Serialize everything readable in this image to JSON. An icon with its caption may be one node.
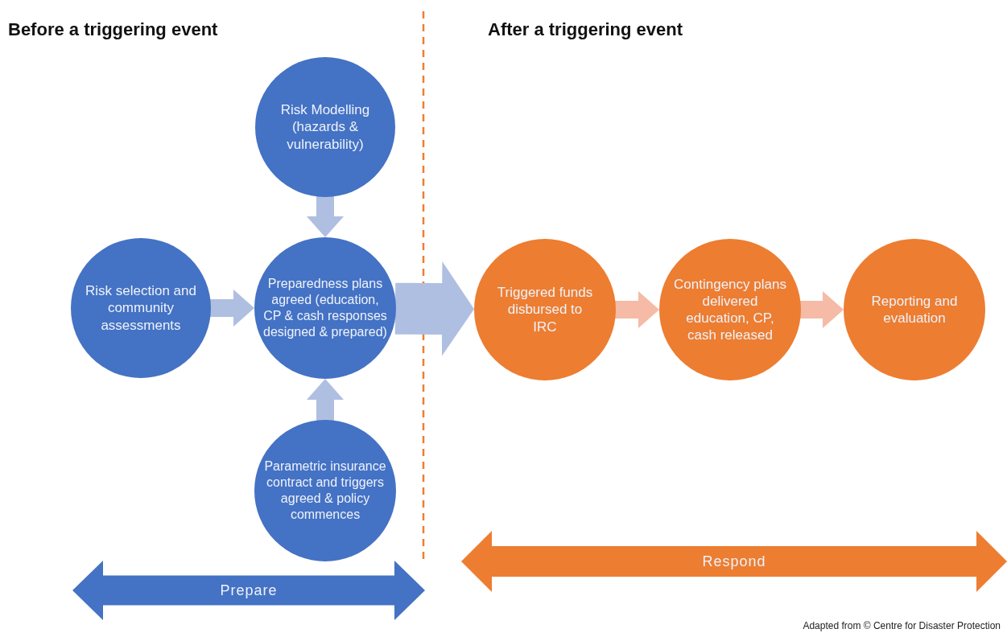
{
  "diagram": {
    "caption": "Adapted from © Centre for Disaster Protection",
    "nodes": [
      {
        "text": [
          "Risk Modelling (hazards & vulnerability)"
        ]
      },
      {
        "text": [
          "Risk selection and community assessments"
        ]
      },
      {
        "text": [
          "Preparedness plans agreed (education, CP & cash responses designed & prepared)"
        ]
      },
      {
        "text": [
          "Parametric insurance contract and triggers agreed & policy commences"
        ]
      },
      {
        "text": [
          "Triggered funds disbursed to IRC"
        ]
      },
      {
        "text": [
          "Contingency plans delivered education, CP, cash released"
        ]
      },
      {
        "text": [
          "Reporting and evaluation"
        ]
      },
      {
        "text": [
          "Prepare"
        ]
      },
      {
        "text": [
          "Respond"
        ]
      }
    ],
    "edges": [
      {
        "from": 0,
        "to": 2,
        "arrow": "to"
      },
      {
        "from": 1,
        "to": 2,
        "arrow": "to"
      },
      {
        "from": 3,
        "to": 2,
        "arrow": "to"
      },
      {
        "from": 2,
        "to": 4,
        "arrow": "to",
        "style": "thick"
      },
      {
        "from": 4,
        "to": 5,
        "arrow": "to",
        "color": "#f5bba6"
      },
      {
        "from": 5,
        "to": 6,
        "arrow": "to",
        "color": "#f5bba6"
      }
    ],
    "labels": [
      "Before a triggering event",
      "After a triggering event"
    ]
  }
}
